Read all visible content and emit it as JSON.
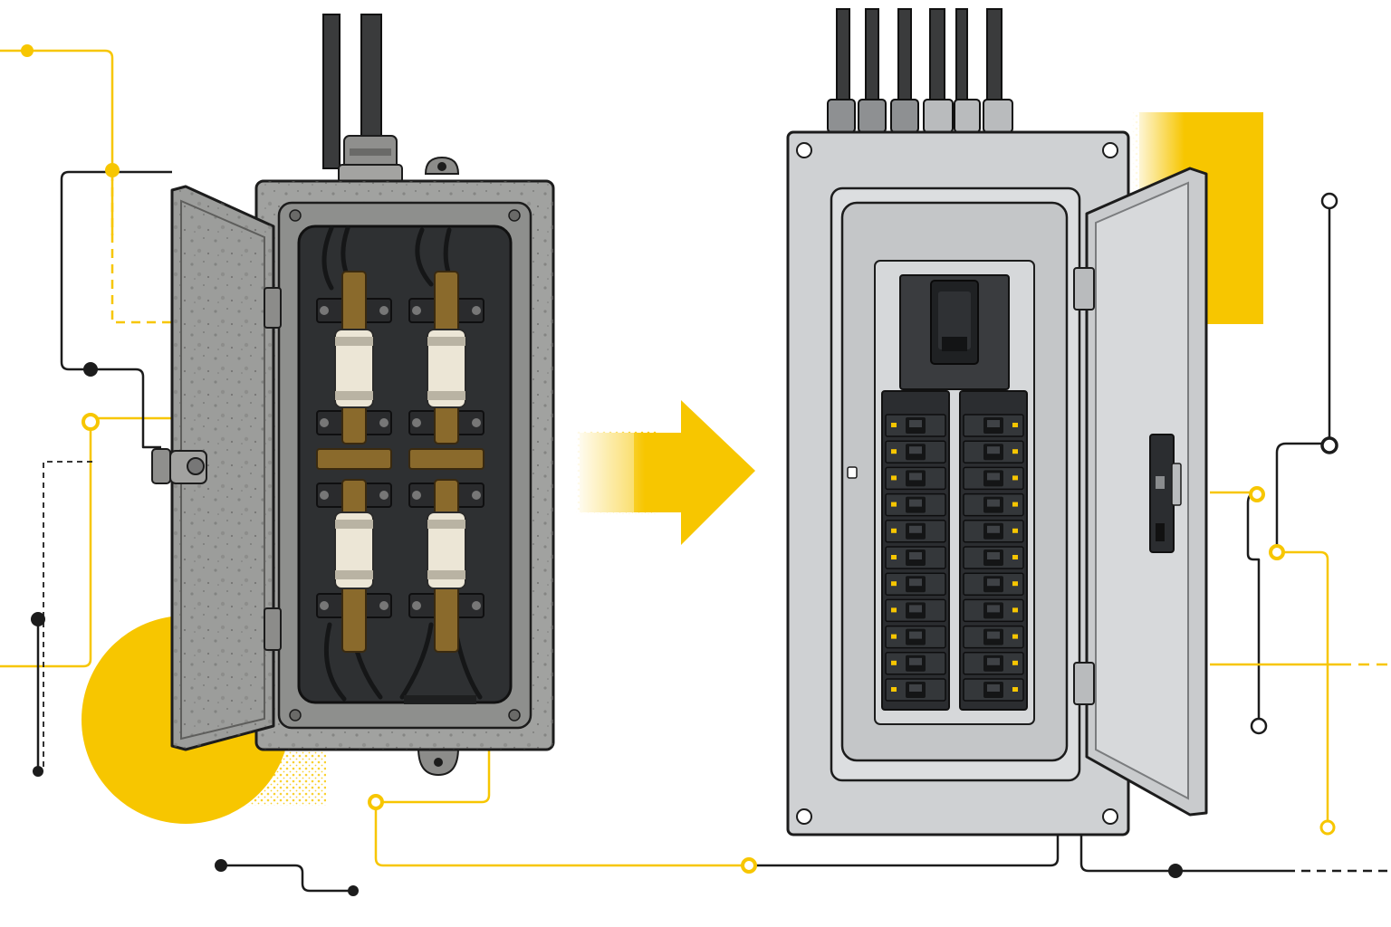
{
  "illustration": {
    "subject": "fuse-box-to-breaker-panel-upgrade",
    "left_panel": {
      "kind": "old-fuse-box",
      "fuse_count": 4
    },
    "right_panel": {
      "kind": "modern-breaker-panel",
      "main_breaker_count": 1,
      "breaker_rows": 11,
      "breaker_columns": 2
    },
    "arrow_direction": "right"
  },
  "colors": {
    "accent": "#F7C600",
    "ink": "#1c1c1c",
    "rusty_metal": "#9a9a98",
    "panel_gray": "#d2d4d6",
    "breaker_black": "#2b2d30",
    "brass": "#8a6a2c",
    "porcelain": "#ece6d6"
  }
}
